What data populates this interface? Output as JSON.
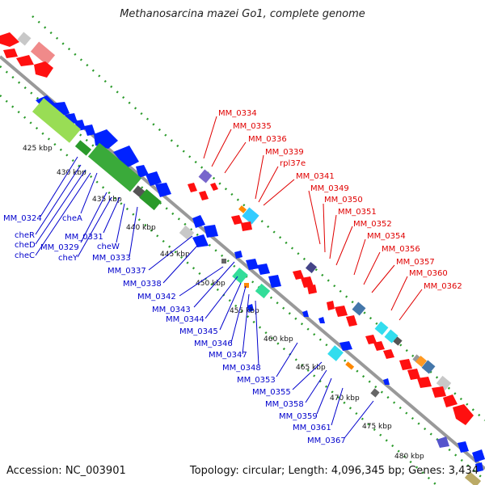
{
  "title": "Methanosarcina mazei Go1, complete genome",
  "footer": {
    "accession": "Accession: NC_003901",
    "topology": "Topology: circular; Length: 4,096,345 bp; Genes: 3,434"
  },
  "colors": {
    "forward_label": "#e00000",
    "reverse_label": "#0000cc",
    "backbone": "#999999",
    "dots": "#2a9a2a"
  },
  "ticks": [
    "425 kbp",
    "430 kbp",
    "435 kbp",
    "440 kbp",
    "445 kbp",
    "450 kbp",
    "455 kbp",
    "460 kbp",
    "465 kbp",
    "470 kbp",
    "475 kbp",
    "480 kbp"
  ],
  "forward_genes": [
    "MM_0334",
    "MM_0335",
    "MM_0336",
    "MM_0339",
    "rpl37e",
    "MM_0341",
    "MM_0349",
    "MM_0350",
    "MM_0351",
    "MM_0352",
    "MM_0354",
    "MM_0356",
    "MM_0357",
    "MM_0360",
    "MM_0362"
  ],
  "reverse_genes": [
    "MM_0324",
    "cheA",
    "cheR",
    "cheD",
    "MM_0329",
    "cheC",
    "cheY",
    "MM_0331",
    "cheW",
    "MM_0333",
    "MM_0337",
    "MM_0338",
    "MM_0342",
    "MM_0343",
    "MM_0344",
    "MM_0345",
    "MM_0346",
    "MM_0347",
    "MM_0348",
    "MM_0353",
    "MM_0355",
    "MM_0358",
    "MM_0359",
    "MM_0361",
    "MM_0367"
  ]
}
